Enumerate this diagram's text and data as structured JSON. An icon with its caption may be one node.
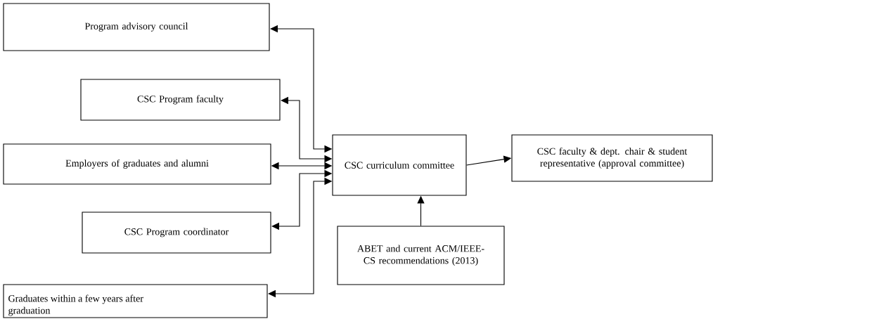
{
  "diagram": {
    "nodes": [
      {
        "text": [
          "Program advisory council"
        ]
      },
      {
        "text": [
          "CSC Program faculty"
        ]
      },
      {
        "text": [
          "Employers of graduates and alumni"
        ]
      },
      {
        "text": [
          "CSC Program coordinator"
        ]
      },
      {
        "text": [
          "Graduates within a few years after graduation"
        ]
      },
      {
        "text": [
          "CSC curriculum committee"
        ]
      },
      {
        "text": [
          "CSC faculty & dept. chair & student representative (approval committee)"
        ]
      },
      {
        "text": [
          "ABET and current ACM/IEEE-CS recommendations (2013)"
        ]
      }
    ],
    "edges": [
      {
        "from": 0,
        "to": 5,
        "arrow": "both"
      },
      {
        "from": 1,
        "to": 5,
        "arrow": "both"
      },
      {
        "from": 2,
        "to": 5,
        "arrow": "both"
      },
      {
        "from": 3,
        "to": 5,
        "arrow": "both"
      },
      {
        "from": 4,
        "to": 5,
        "arrow": "both"
      },
      {
        "from": 5,
        "to": 6,
        "arrow": "to"
      },
      {
        "from": 7,
        "to": 5,
        "arrow": "to"
      }
    ]
  }
}
